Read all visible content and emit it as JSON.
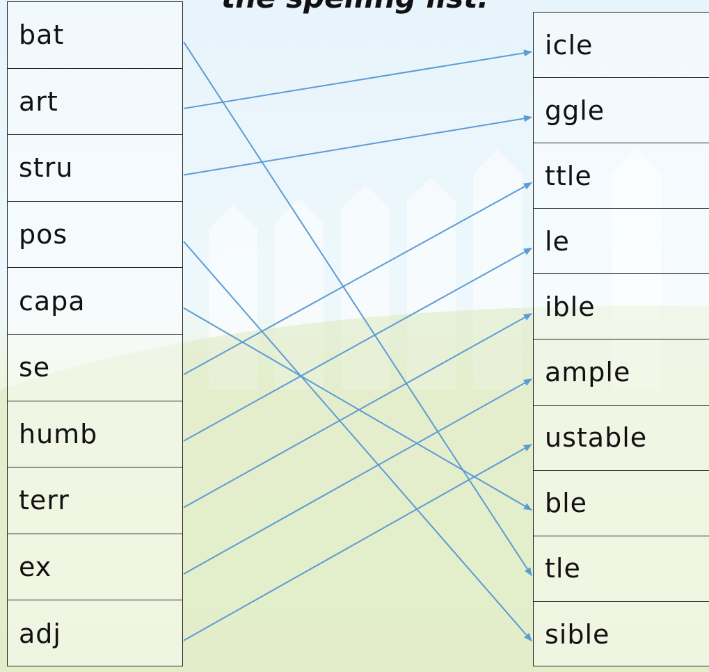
{
  "title": "the spelling list.",
  "left_items": [
    "bat",
    "art",
    "stru",
    "pos",
    "capa",
    "se",
    "humb",
    "terr",
    "ex",
    "adj"
  ],
  "right_items": [
    "icle",
    "ggle",
    "ttle",
    "le",
    "ible",
    "ample",
    "ustable",
    "ble",
    "tle",
    "sible"
  ],
  "links": [
    {
      "from": "bat",
      "to": "tle"
    },
    {
      "from": "art",
      "to": "icle"
    },
    {
      "from": "stru",
      "to": "ggle"
    },
    {
      "from": "pos",
      "to": "sible"
    },
    {
      "from": "capa",
      "to": "ble"
    },
    {
      "from": "se",
      "to": "ttle"
    },
    {
      "from": "humb",
      "to": "le"
    },
    {
      "from": "terr",
      "to": "ible"
    },
    {
      "from": "ex",
      "to": "ample"
    },
    {
      "from": "adj",
      "to": "ustable"
    }
  ],
  "link_color": "#5b9bd5"
}
